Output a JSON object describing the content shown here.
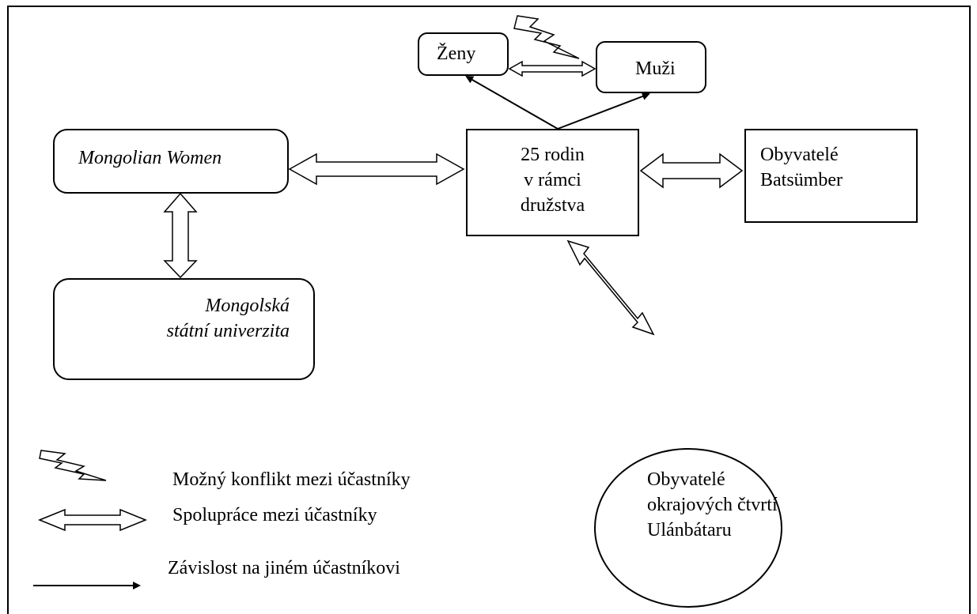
{
  "nodes": {
    "zeny": "Ženy",
    "muzi": "Muži",
    "mongolian_women": "Mongolian Women",
    "families": [
      "25 rodin",
      "v rámci",
      "družstva"
    ],
    "batsumber": [
      "Obyvatelé",
      "Batsümber"
    ],
    "university": [
      "Mongolská",
      "státní univerzita"
    ],
    "ulaanbaatar": [
      "Obyvatelé",
      "okrajových čtvrtí",
      "Ulánbátaru"
    ]
  },
  "legend": {
    "conflict": "Možný konflikt mezi účastníky",
    "cooperation": "Spolupráce mezi účastníky",
    "dependency": "Závislost na jiném účastníkovi"
  }
}
